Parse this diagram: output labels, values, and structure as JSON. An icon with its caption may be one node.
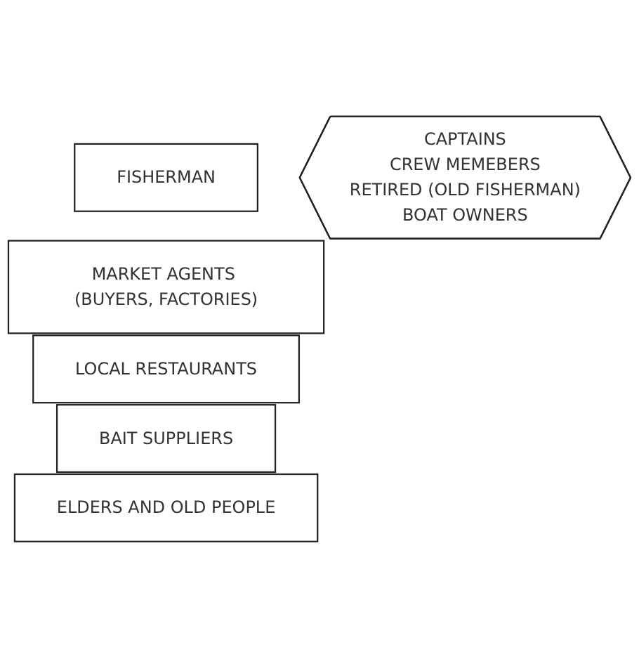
{
  "diagram": {
    "nodes": [
      {
        "text": [
          "FISHERMAN"
        ]
      },
      {
        "text": [
          "MARKET AGENTS (BUYERS, FACTORIES)"
        ]
      },
      {
        "text": [
          "LOCAL RESTAURANTS"
        ]
      },
      {
        "text": [
          "BAIT SUPPLIERS"
        ]
      },
      {
        "text": [
          "ELDERS AND OLD PEOPLE"
        ]
      },
      {
        "text": [
          "CAPTAINS",
          "CREW MEMEBERS",
          "RETIRED (OLD FISHERMAN)",
          "BOAT OWNERS"
        ]
      }
    ]
  }
}
